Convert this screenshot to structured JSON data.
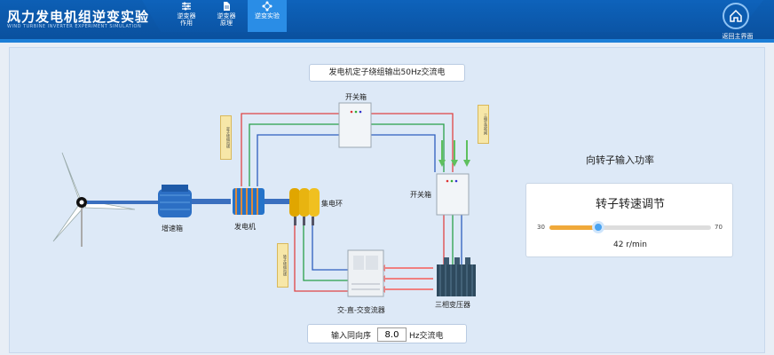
{
  "header": {
    "title": "风力发电机组逆变实验",
    "subtitle": "WIND TURBINE INVERTER EXPERIMENT SIMULATION",
    "tabs": [
      {
        "label_line1": "逆变器",
        "label_line2": "作用"
      },
      {
        "label_line1": "逆变器",
        "label_line2": "原理"
      },
      {
        "label_line1": "逆变实验",
        "label_line2": ""
      }
    ],
    "home_label": "返回主界面"
  },
  "diagram": {
    "top_label": "发电机定子绕组输出50Hz交流电",
    "switch_box_top": "开关箱",
    "switch_box_right": "开关箱",
    "gearbox": "增速箱",
    "generator": "发电机",
    "slip_ring": "集电环",
    "converter": "交-直-交变流器",
    "transformer": "三相变压器",
    "vlabel_stator": "定子绕组出线",
    "vlabel_grid": "三相交流电网",
    "vlabel_rotor": "转子绕组出线"
  },
  "speed_control": {
    "power_label": "向转子输入功率",
    "title": "转子转速调节",
    "min": "30",
    "max": "70",
    "min_value": 30,
    "max_value": 70,
    "current": 42,
    "value_text": "42 r/min"
  },
  "frequency": {
    "prefix": "输入同向序",
    "value": "8.0",
    "suffix": "Hz交流电"
  },
  "colors": {
    "header": "#0d5fb5",
    "accent": "#f0a93a",
    "wire_red": "#e04545",
    "wire_green": "#2aa04a",
    "wire_blue": "#2e5fbf"
  }
}
